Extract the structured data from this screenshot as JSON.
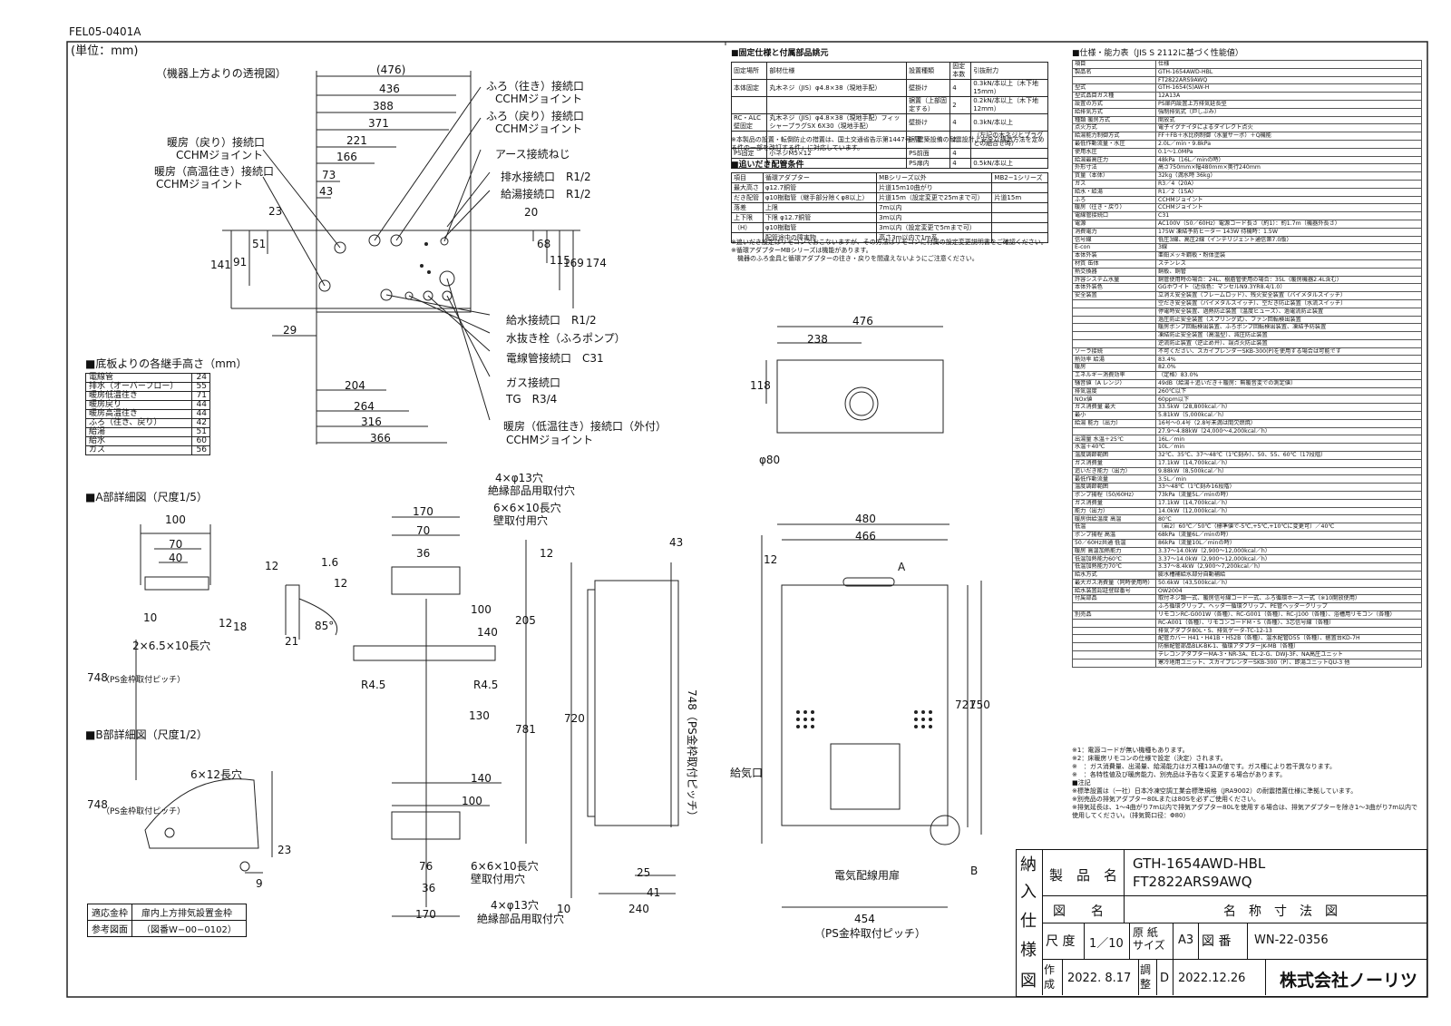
{
  "doc_code": "FEL05-0401A",
  "unit_label": "(単位：mm)",
  "top_view_title": "（機器上方よりの透視図）",
  "top_dims": [
    "(476)",
    "436",
    "388",
    "371",
    "221",
    "166",
    "73",
    "43",
    "29"
  ],
  "left_vdims": [
    "141",
    "91",
    "51",
    "23"
  ],
  "right_vdims": [
    "20",
    "68",
    "115",
    "169",
    "174"
  ],
  "bottom_dims": [
    "204",
    "264",
    "316",
    "366"
  ],
  "connections": {
    "furo_out": "ふろ（往き）接続口",
    "furo_out_j": "CCHMジョイント",
    "furo_ret": "ふろ（戻り）接続口",
    "furo_ret_j": "CCHMジョイント",
    "heat_ret": "暖房（戻り）接続口",
    "heat_ret_j": "CCHMジョイント",
    "heat_high": "暖房（高温往き）接続口",
    "heat_high_j": "CCHMジョイント",
    "earth": "アース接続ねじ",
    "drain": "排水接続口　R1/2",
    "hot": "給湯接続口　R1/2",
    "water": "給水接続口　R1/2",
    "plug": "水抜き栓（ふろポンプ）",
    "cable": "電線管接続口　C31",
    "gas": "ガス接続口",
    "gas_size": "TG　R3/4",
    "heat_low": "暖房（低温往き）接続口（外付）",
    "heat_low_j": "CCHMジョイント"
  },
  "height_table": {
    "title": "■底板よりの各継手高さ（mm）",
    "rows": [
      [
        "電線管",
        "24"
      ],
      [
        "排水（オーバーフロー）",
        "55"
      ],
      [
        "暖房低温往き",
        "71"
      ],
      [
        "暖房戻り",
        "44"
      ],
      [
        "暖房高温往き",
        "44"
      ],
      [
        "ふろ（往き、戻り）",
        "42"
      ],
      [
        "給湯",
        "51"
      ],
      [
        "給水",
        "60"
      ],
      [
        "ガス",
        "56"
      ]
    ]
  },
  "detail_a": {
    "title": "■A部詳細図（尺度1/5）",
    "dims": [
      "100",
      "70",
      "40",
      "1.6",
      "12",
      "12",
      "10",
      "18",
      "12",
      "21",
      "85°"
    ],
    "hole": "2×6.5×10長穴",
    "pitch": "748",
    "pitch_label": "（PS金枠取付ピッチ）"
  },
  "detail_b": {
    "title": "■B部詳細図（尺度1/2）",
    "hole": "6×12長穴",
    "dims": [
      "23",
      "9"
    ],
    "pitch": "748",
    "pitch_label": "（PS金枠取付ピッチ）"
  },
  "ref_table": {
    "r1": [
      "適応金枠",
      "扉内上方排気設置金枠"
    ],
    "r2": [
      "参考図面",
      "（図番W−00−0102）"
    ]
  },
  "bracket": {
    "top_holes": "4×φ13穴",
    "top_holes_label": "絶縁部品用取付穴",
    "top_long": "6×6×10長穴",
    "top_long_label": "壁取付用穴",
    "dims_top": [
      "170",
      "70",
      "36",
      "100",
      "140",
      "205",
      "130"
    ],
    "r_labels": [
      "R4.5",
      "R4.5"
    ],
    "dims_bottom": [
      "140",
      "100",
      "76",
      "36",
      "170"
    ],
    "bottom_long": "6×6×10長穴",
    "bottom_long_label": "壁取付用穴",
    "bottom_holes": "4×φ13穴",
    "bottom_holes_label": "絶縁部品用取付穴",
    "vdims": [
      "781",
      "720"
    ]
  },
  "side_view": {
    "dims": [
      "43",
      "12",
      "25",
      "41",
      "240",
      "10"
    ]
  },
  "plan_view": {
    "dims": [
      "476",
      "238",
      "118",
      "φ80"
    ]
  },
  "front_view": {
    "dims": [
      "480",
      "466",
      "12",
      "721",
      "750",
      "454"
    ],
    "pitch": "748（PS金枠取付ピッチ）",
    "pitch_bottom": "（PS金枠取付ピッチ）",
    "intake": "給気口",
    "door": "電気配線用扉",
    "label_a": "A",
    "label_b": "B"
  },
  "parts_table": {
    "title": "■固定仕様と付属部品誂元",
    "head": [
      "固定場所",
      "部材仕様",
      "設置種類",
      "固定本数",
      "引抜耐力"
    ],
    "rows": [
      [
        "本体固定",
        "丸木ネジ（JIS）φ4.8×38（現地手配）",
        "壁掛け",
        "4",
        "0.3kN/本以上（木下地15mm）"
      ],
      [
        "",
        "",
        "据置（上部固定する）",
        "2",
        "0.2kN/本以上（木下地12mm）"
      ],
      [
        "RC・ALC壁固定",
        "丸木ネジ（JIS）φ4.8×38（現地手配）フィッシャープラグSX 6X30（現地手配）",
        "壁掛け",
        "4",
        "0.3kN/本以上"
      ],
      [
        "",
        "",
        "据置",
        "2",
        "（左記の木ネジとプラグとの組合せ時）"
      ],
      [
        "PS固定",
        "小ネジM5×12",
        "PS前面",
        "4",
        ""
      ],
      [
        "",
        "",
        "PS扉内",
        "4",
        "0.5kN/本以上"
      ]
    ],
    "note": "※本製品の設置・転倒防止の措置は、国土交通省告示第1447号「建築設備の耐震設計上安全な構造方法を定める件の一部を改訂する件」に対応しています。"
  },
  "oidaki_table": {
    "title": "■追いだき配管条件",
    "rows": [
      [
        "項目",
        "循環アダプター",
        "MBシリーズ以外",
        "MB2−1シリーズ"
      ],
      [
        "最大高さ",
        "φ12.7銅管",
        "片道15m10曲がり",
        ""
      ],
      [
        "だき配管",
        "φ10樹脂管（継手部分除くφ8以上）",
        "片道15m（設定変更で25mまで可）",
        "片道15m"
      ],
      [
        "落差",
        "上限",
        "7m以内",
        ""
      ],
      [
        "上下限",
        "下限 φ12.7銅管",
        "3m以内",
        ""
      ],
      [
        "（H）",
        "φ10樹脂管",
        "3m以内（設定変更で5mまで可）",
        ""
      ],
      [
        "",
        "配管途中の障害物",
        "高さ3m以内で1m系",
        ""
      ]
    ],
    "notes": [
      "※追いだき設定はリモコンでおこないますが、その方法はリモコンに付属の設定変更説明書をご確認ください。",
      "※循環アダプターMBシリーズは機能があります。",
      "　機器のふろ金具と循環アダプターの往き・戻りを間違えないようにご注意ください。"
    ]
  },
  "spec": {
    "title": "■仕様・能力表（JIS S 2112に基づく性能値）",
    "rows": [
      [
        "項目",
        "仕様"
      ],
      [
        "製品名",
        "GTH-1654AWD-HBL"
      ],
      [
        "",
        "FT2822ARS9AWQ"
      ],
      [
        "型式",
        "GTH-1654(S)AW-H"
      ],
      [
        "型式品目ガス種",
        "12A13A"
      ],
      [
        "設置の方式",
        "PS扉内設置上方排気延長型"
      ],
      [
        "給排気方式",
        "強制排気式（戸しぶみ）"
      ],
      [
        "種類 暖房方式",
        "開放式"
      ],
      [
        "点火方式",
        "電子イグナイタによるダイレクト点火"
      ],
      [
        "給湯能力制御方式",
        "FF＋FB＋水比例制御（水量サーボ）＋Q機能"
      ],
      [
        "最低作動流量・水圧",
        "2.0L／min・9.8kPa"
      ],
      [
        "使用水圧",
        "0.1〜1.0MPa"
      ],
      [
        "給湯最高圧力",
        "48kPa（16L／minの時）"
      ],
      [
        "外形寸法",
        "高さ750mm×幅480mm×奥行240mm"
      ],
      [
        "質量（本体）",
        "32kg（満水時 36kg）"
      ],
      [
        "ガス",
        "R3／4（20A）"
      ],
      [
        "給水・給湯",
        "R1／2（15A）"
      ],
      [
        "ふろ",
        "CCHMジョイント"
      ],
      [
        "暖房（往き・戻り）",
        "CCHMジョイント"
      ],
      [
        "電線管接続口",
        "C31"
      ],
      [
        "電源",
        "AC100V（50／60Hz）電源コード長さ（約1）：約1.7m（機器外長さ）"
      ],
      [
        "消費電力",
        "175W 凍結予防ヒーター 143W 待機時：1.5W"
      ],
      [
        "信号線",
        "低圧3線、高圧2線（インテリジェント通信第7.0版）"
      ],
      [
        "E-con",
        "3線"
      ],
      [
        "本体外装",
        "亜鉛メッキ鋼板・粉体塗装"
      ],
      [
        "材質 缶体",
        "ステンレス"
      ],
      [
        "熱交換器",
        "銅板、銅管"
      ],
      [
        "許容システム水量",
        "銅管使用時の場合：24L、樹脂管使用の場合：35L（暖房機器2.4L含む）"
      ],
      [
        "本体外装色",
        "GGホワイト（近似色：マンセルN9.3YR8.4/1.0）"
      ],
      [
        "安全装置",
        "立消え安全装置（フレームロッド）、残火安全装置（バイメタルスイッチ）"
      ],
      [
        "",
        "空だき安全装置（バイメタルスイッチ）、空だき防止装置（水流スイッチ）"
      ],
      [
        "",
        "停電時安全装置、過熱防止装置（温度ヒューズ）、過電流防止装置"
      ],
      [
        "",
        "過圧防止安全装置（スプリング式）、ファン回転検出装置"
      ],
      [
        "",
        "暖房ポンプ回転検出装置、ふろポンプ回転検出装置、凍結予防装置"
      ],
      [
        "",
        "凍結防止安全装置（高温型）、減圧防止装置"
      ],
      [
        "",
        "逆流防止装置（逆止め弁）、誤点火防止装置"
      ],
      [
        "ソーラ接続",
        "不可ください、スカイプレンダーSKB-300(P)を使用する場合は可能です"
      ],
      [
        "熱効率 給湯",
        "83.4%"
      ],
      [
        "暖房",
        "82.0%"
      ],
      [
        "エネルギー消費効率",
        "（定格）83.0%"
      ],
      [
        "騒音値（A レンジ）",
        "49dB（給湯＋追いだき＋暖房：無暖音変での測定値）"
      ],
      [
        "排気温度",
        "260℃以下"
      ],
      [
        "NOx値",
        "60ppm以下"
      ],
      [
        "ガス消費量 最大",
        "33.5kW（28,800kcal／h）"
      ],
      [
        "最小",
        "5.81kW（5,000kcal／h）"
      ],
      [
        "給湯 能力（出力）",
        "16号〜0.4号（2.8号未満は間欠燃焼）"
      ],
      [
        "",
        "27.9〜4.88kW（24,000〜4,200kcal／h）"
      ],
      [
        "出湯量 水温＋25℃",
        "16L／min"
      ],
      [
        "水温＋40℃",
        "10L／min"
      ],
      [
        "温度調節範囲",
        "32℃、35℃、37〜48℃（1℃刻み）、50、55、60℃（17段階）"
      ],
      [
        "ガス消費量",
        "17.1kW（14,700kcal／h）"
      ],
      [
        "追いだき能力（出力）",
        "9.88kW（8,500kcal／h）"
      ],
      [
        "最低作動流量",
        "3.5L／min"
      ],
      [
        "温度調節範囲",
        "33〜48℃（1℃刻み16段階）"
      ],
      [
        "ポンプ揚程（50/60Hz）",
        "73kPa（流量5L／minの時）"
      ],
      [
        "ガス消費量",
        "17.1kW（14,700kcal／h）"
      ],
      [
        "能力（出力）",
        "14.0kW（12,000kcal／h）"
      ],
      [
        "暖房供給温度 高温",
        "80℃"
      ],
      [
        "低温",
        "（岩2）60℃／50℃（標準値で-5℃,+5℃,+10℃に変更可）／40℃"
      ],
      [
        "ポンプ揚程 高温",
        "68kPa（流量6L／minの時）"
      ],
      [
        "50／60Hz共通 低温",
        "86kPa（流量10L／minの時）"
      ],
      [
        "暖房 高温加熱能力",
        "3.37〜14.0kW（2,900〜12,000kcal／h）"
      ],
      [
        "低温加熱能力60℃",
        "3.37〜14.0kW（2,900〜12,000kcal／h）"
      ],
      [
        "低温加熱能力70℃",
        "3.37〜8.4kW（2,900〜7,200kcal／h）"
      ],
      [
        "給水方式",
        "膨水槽補給水部分自動補給"
      ],
      [
        "最大ガス消費量（同時使用時）",
        "50.6kW（43,500kcal／h）"
      ],
      [
        "給水装置認証登録番号",
        "OW2004"
      ],
      [
        "付属部品",
        "取付ネジ類一式、暖房信号線コード一式、ふろ循環ホース一式（※10開放使用）"
      ],
      [
        "",
        "ふろ循環クリップ、ヘッダー循環クリップ、PE管ヘッダークリップ"
      ],
      [
        "別売品",
        "リモコンRC-G001W（各種）、RC-G001（各種）、RC-J100（各種）、浴槽用リモコン（各種）"
      ],
      [
        "",
        "RC-A001（各種）、リモコンコードM・S（各種）、3芯信号線（各種）"
      ],
      [
        "",
        "排気アダプタ80L・S、排気ゲータ-TC-12-13"
      ],
      [
        "",
        "配管カバー H41・H41B・H52B（各種）、温水配管D55（各種）、据置台KD-7H"
      ],
      [
        "",
        "防振配管部品BLK-BK-1、循環アダプターJK-MB（各種）"
      ],
      [
        "",
        "テレコンアダプターMA-3・NR-3A、EL-2-G、DWJ-3F、NA高圧ユニット"
      ],
      [
        "",
        "寒冷地用ユニット、スカイプレンダーSKB-300（P）、即湯ユニットQU-3 他"
      ]
    ],
    "notes": [
      "※1：電源コードが無い機種もあります。",
      "※2：床暖房リモコンの仕様で設定（決定）されます。",
      "※　：ガス消費量、出湯量、給湯能力はガス種13Aの値です。ガス種により若干異なります。",
      "※　：各特性値及び暖房能力、別売品は予告なく変更する場合があります。",
      "■注記",
      "※標準設置は（一社）日本冷凍空調工業会標準規格（JRA9002）の耐震措置仕様に準拠しています。",
      "※別売品の排気アダプター80Lまたは80Sを必ずご使用ください。",
      "※排気延長は、1〜4曲がり7m以内で排気アダプター80Lを使用する場合は、排気アダプターを除き1〜3曲がり7m以内で使用してください。（排気筒口径：Φ80）"
    ]
  },
  "title_block": {
    "side_label": [
      "納",
      "入",
      "仕",
      "様",
      "図"
    ],
    "product_label": "製　品　名",
    "product1": "GTH-1654AWD-HBL",
    "product2": "FT2822ARS9AWQ",
    "drawing_label": "図　　名",
    "drawing_name": "名　称　寸　法　図",
    "scale_label": "尺 度",
    "scale": "1／10",
    "paper_label": "原 紙 サイズ",
    "paper": "A3",
    "number_label": "図 番",
    "number": "WN-22-0356",
    "made_label": "作 成",
    "made_date": "2022. 8.17",
    "revised_label": "調 整",
    "rev_mark": "D",
    "revised_date": "2022.12.26",
    "company": "株式会社ノーリツ"
  }
}
